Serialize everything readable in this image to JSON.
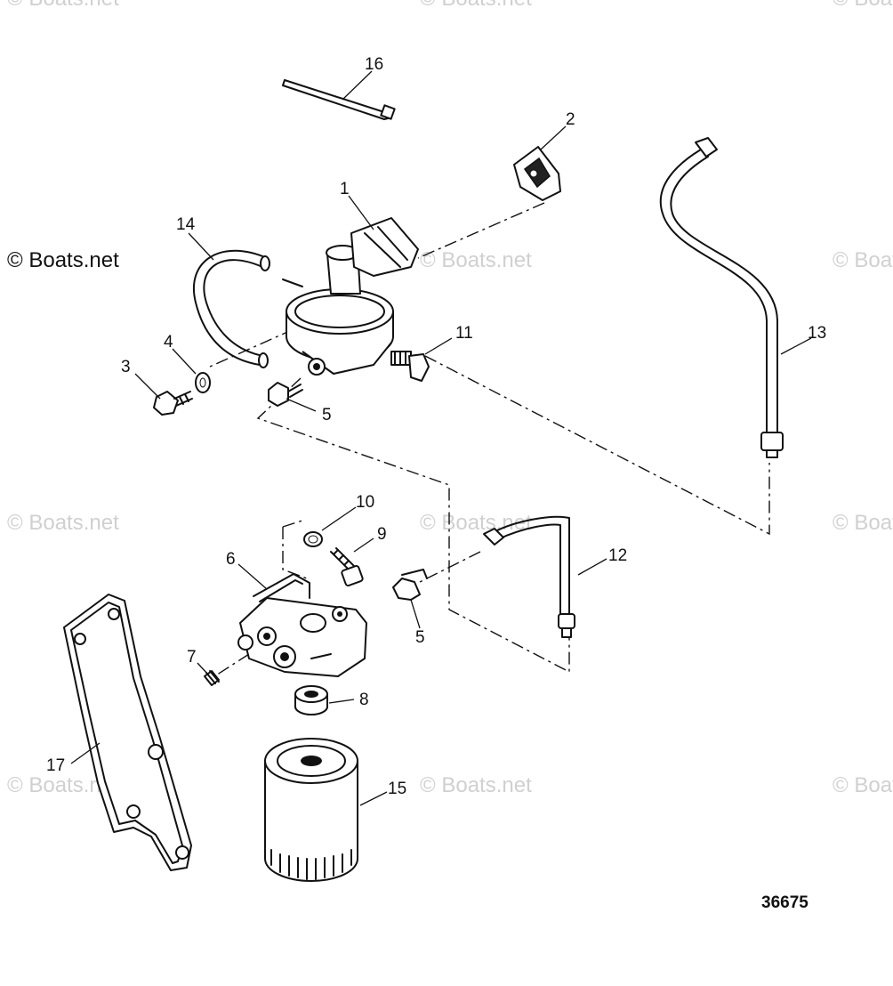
{
  "figure_number": "36675",
  "callouts": {
    "c1": "1",
    "c2": "2",
    "c3": "3",
    "c4": "4",
    "c5a": "5",
    "c5b": "5",
    "c6": "6",
    "c7": "7",
    "c8": "8",
    "c9": "9",
    "c10": "10",
    "c11": "11",
    "c12": "12",
    "c13": "13",
    "c14": "14",
    "c15": "15",
    "c16": "16",
    "c17": "17"
  },
  "watermarks": {
    "primary": "© Boats.net",
    "faint": "© Boats.net"
  }
}
